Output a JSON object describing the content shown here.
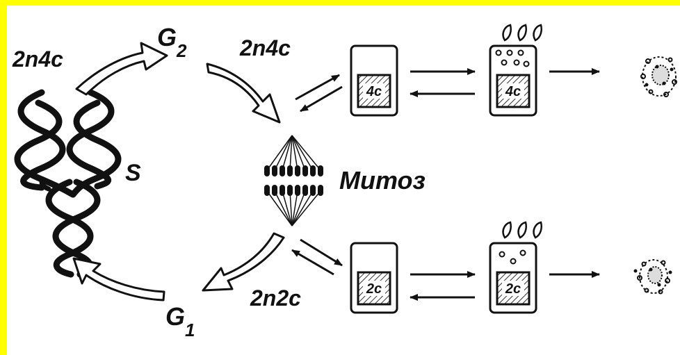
{
  "labels": {
    "top_left_ploidy": "2n4c",
    "g2": "G",
    "g2_sub": "2",
    "top_right_ploidy": "2n4c",
    "s_phase": "S",
    "mitosis": "Митоз",
    "bottom_ploidy": "2n2c",
    "g1": "G",
    "g1_sub": "1",
    "cell_top_1": "4c",
    "cell_top_2": "4c",
    "cell_bottom_1": "2c",
    "cell_bottom_2": "2c"
  },
  "colors": {
    "frame": "#ffff00",
    "panel": "#ffffff",
    "ink": "#111111"
  }
}
